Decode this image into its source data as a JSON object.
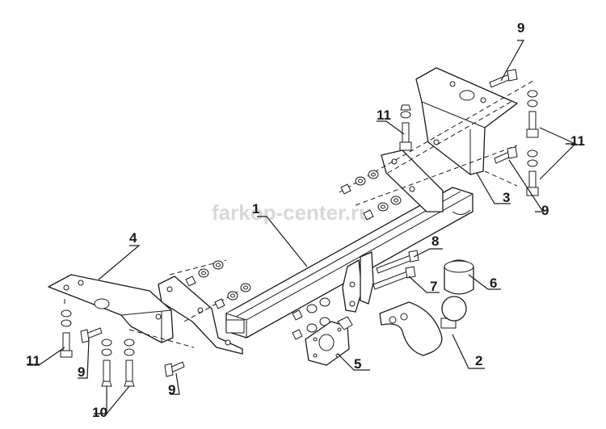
{
  "watermark": "farkop-center.ru",
  "callouts": {
    "c1": "1",
    "c2": "2",
    "c3": "3",
    "c4": "4",
    "c5": "5",
    "c6": "6",
    "c7": "7",
    "c8": "8",
    "c9a": "9",
    "c9b": "9",
    "c9c": "9",
    "c9d": "9",
    "c10": "10",
    "c11a": "11",
    "c11b": "11",
    "c11c": "11"
  }
}
